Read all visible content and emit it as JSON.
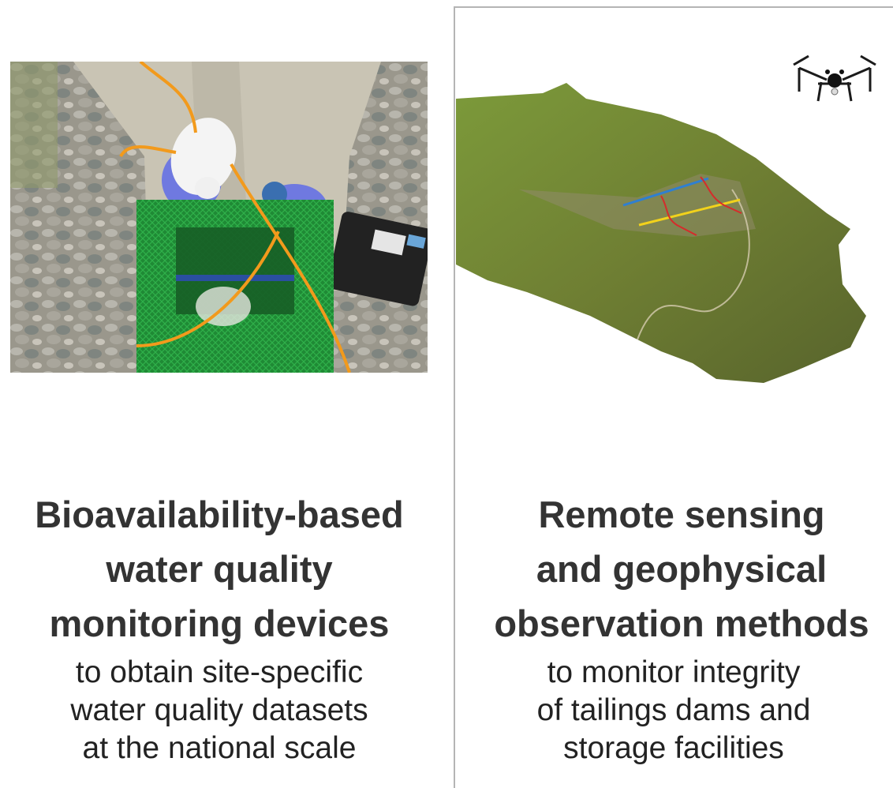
{
  "left": {
    "image": {
      "alt": "Field photo of gloved hands deploying a passive sampling device in a green mesh cage on river gravel"
    },
    "heading_lines": [
      "Bioavailability-based",
      "water quality",
      "monitoring devices"
    ],
    "sub_lines": [
      "to obtain site-specific",
      "water quality datasets",
      "at the national scale"
    ]
  },
  "right": {
    "image": {
      "alt": "3D drone-derived terrain model of a tailings facility with blue, yellow and red survey lines"
    },
    "drone_icon": "drone-icon",
    "survey_lines": {
      "blue": "#2f7fd1",
      "yellow": "#f2d21b",
      "red": "#d62b2b"
    },
    "heading_lines": [
      "Remote sensing",
      "and geophysical",
      "observation methods"
    ],
    "sub_lines": [
      "to monitor integrity",
      "of tailings dams and",
      "storage facilities"
    ]
  }
}
